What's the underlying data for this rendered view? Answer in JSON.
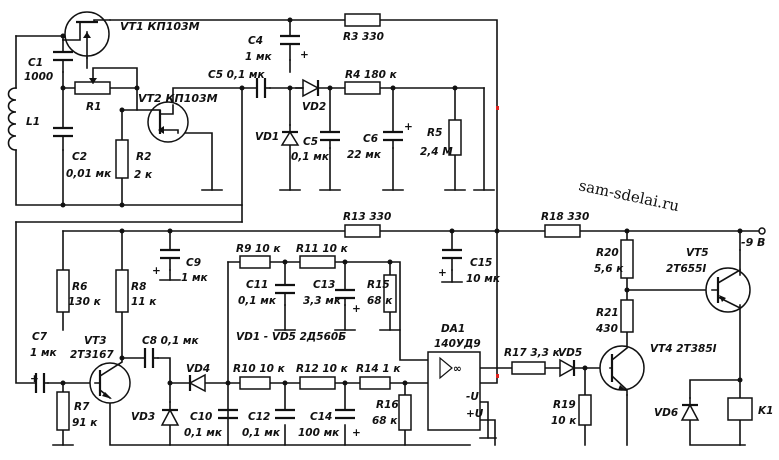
{
  "watermark": "sam-sdelai.ru",
  "supply": "-9 В",
  "labels": {
    "vt1": "VT1 КП103М",
    "c1": "C1",
    "c1v": "1000",
    "l1": "L1",
    "r1": "R1",
    "c2": "C2",
    "c2v": "0,01 мк",
    "vt2": "VT2 КП103М",
    "r2": "R2",
    "r2v": "2 к",
    "c4": "C4",
    "c4v": "1 мк",
    "r3": "R3 330",
    "c5top": "C5 0,1 мк",
    "r4": "R4 180 к",
    "vd2": "VD2",
    "vd1": "VD1",
    "c5": "C5",
    "c5v": "0,1 мк",
    "c6": "C6",
    "c6v": "22 мк",
    "r5": "R5",
    "r5v": "2,4 М",
    "r13": "R13 330",
    "r18": "R18 330",
    "r20": "R20",
    "r20v": "5,6 к",
    "vt5": "VT5",
    "vt5t": "2Т655I",
    "r6": "R6",
    "r6v": "130 к",
    "r8": "R8",
    "r8v": "11 к",
    "c9": "C9",
    "c9v": "1 мк",
    "r9": "R9 10 к",
    "r11": "R11 10 к",
    "c11": "C11",
    "c11v": "0,1 мк",
    "c13": "C13",
    "c13v": "3,3 мк",
    "r15": "R15",
    "r15v": "68 к",
    "c15": "C15",
    "c15v": "10 мк",
    "r21": "R21",
    "r21v": "430",
    "c7": "C7",
    "c7v": "1 мк",
    "vt3": "VT3",
    "vt3t": "2Т3167",
    "c8": "C8 0,1 мк",
    "vdnote": "VD1 - VD5  2Д560Б",
    "da1": "DA1",
    "da1t": "140УД9",
    "vd4": "VD4",
    "r10": "R10 10 к",
    "r12": "R12 10 к",
    "r14": "R14 1 к",
    "r17": "R17 3,3 к",
    "vd5": "VD5",
    "vt4": "VT4  2Т385I",
    "r7": "R7",
    "r7v": "91 к",
    "vd3": "VD3",
    "c10": "C10",
    "c10v": "0,1 мк",
    "c12": "C12",
    "c12v": "0,1 мк",
    "c14": "C14",
    "c14v": "100 мк",
    "r16": "R16",
    "r16v": "68 к",
    "r19": "R19",
    "r19v": "10 к",
    "vd6": "VD6",
    "k1": "K1",
    "opamp_inf": "∞",
    "pin_minus_u": "-U",
    "pin_plus_u": "+U"
  }
}
